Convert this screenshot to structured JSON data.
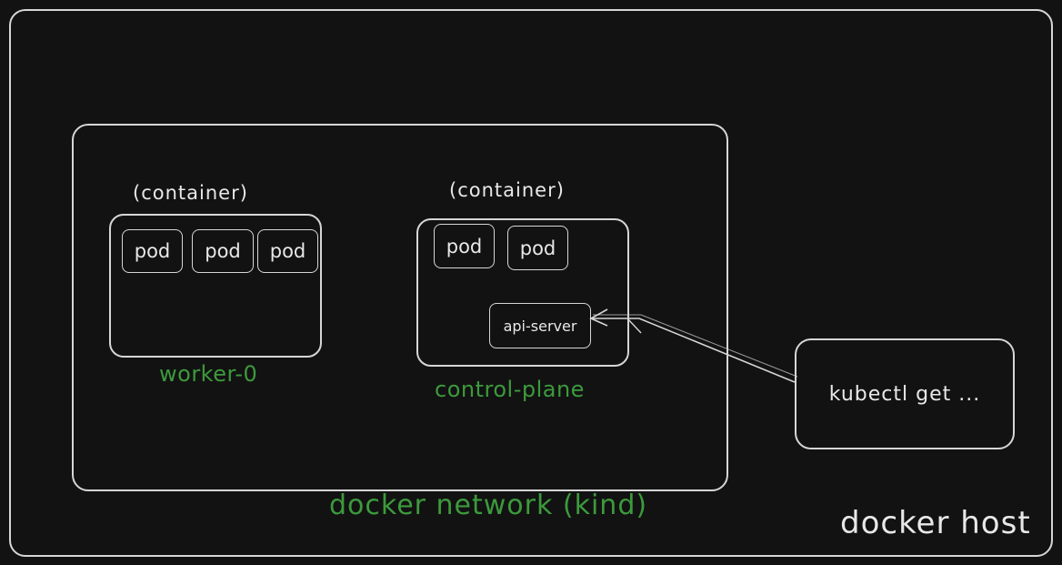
{
  "host": {
    "label": "docker host"
  },
  "network": {
    "label": "docker network (kind)"
  },
  "worker": {
    "container_label": "(container)",
    "name": "worker-0",
    "pods": [
      "pod",
      "pod",
      "pod"
    ]
  },
  "control_plane": {
    "container_label": "(container)",
    "name": "control-plane",
    "pods": [
      "pod",
      "pod"
    ],
    "api_server": "api-server"
  },
  "client": {
    "command": "kubectl get ..."
  },
  "colors": {
    "background": "#121212",
    "stroke": "#d6d6d6",
    "accent_green": "#3c9a3c"
  }
}
